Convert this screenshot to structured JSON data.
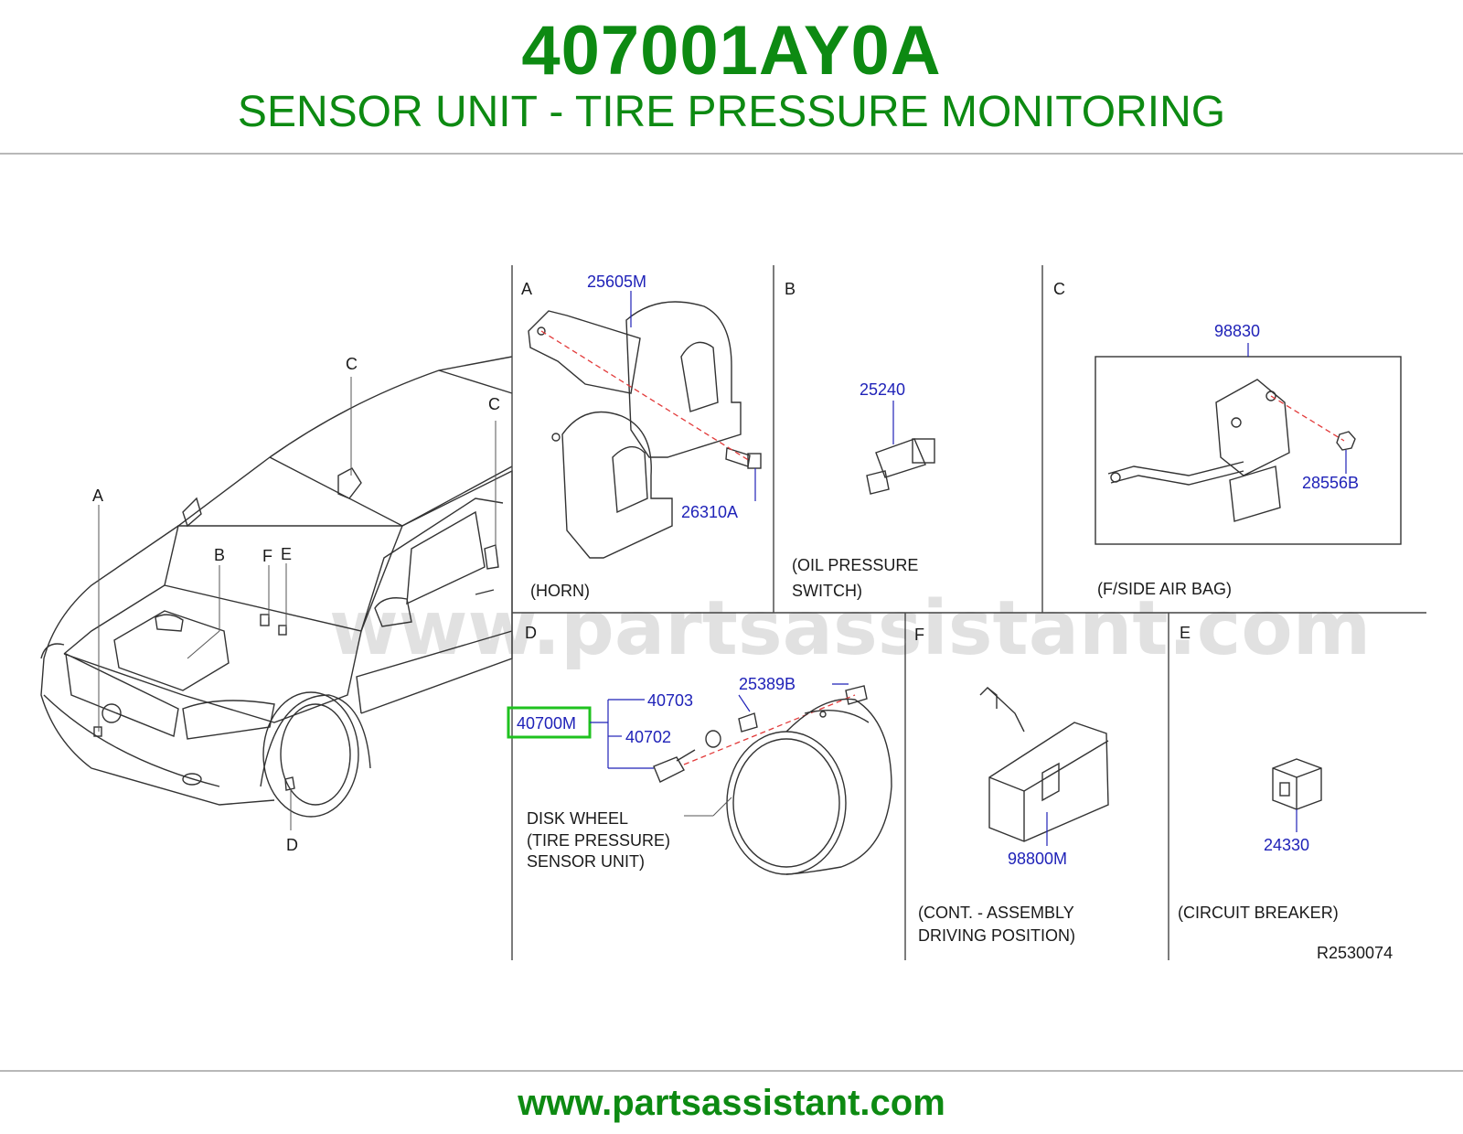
{
  "header": {
    "title": "407001AY0A",
    "subtitle": "SENSOR UNIT - TIRE PRESSURE MONITORING"
  },
  "footer": {
    "url": "www.partsassistant.com"
  },
  "watermark": "www.partsassistant.com",
  "colors": {
    "brand_green": "#0d8a12",
    "part_blue": "#1f22b8",
    "highlight": "#1fc21f"
  },
  "car_callouts": {
    "A": "A",
    "B": "B",
    "C1": "C",
    "C2": "C",
    "D": "D",
    "E": "E",
    "F": "F"
  },
  "panels": {
    "A": {
      "letter": "A",
      "caption": "(HORN)",
      "parts": [
        "25605M",
        "26310A"
      ]
    },
    "B": {
      "letter": "B",
      "caption_line1": "(OIL   PRESSURE",
      "caption_line2": "SWITCH)",
      "parts": [
        "25240"
      ]
    },
    "C": {
      "letter": "C",
      "caption": "(F/SIDE   AIR   BAG)",
      "parts": [
        "98830",
        "28556B"
      ]
    },
    "D": {
      "letter": "D",
      "caption_line1": "DISK   WHEEL",
      "caption_line2": "(TIRE   PRESSURE)",
      "caption_line3": "SENSOR   UNIT)",
      "highlighted_part": "40700M",
      "parts": [
        "40703",
        "40702",
        "25389B"
      ]
    },
    "F": {
      "letter": "F",
      "caption_line1": "(CONT.   -   ASSEMBLY",
      "caption_line2": "DRIVING   POSITION)",
      "parts": [
        "98800M"
      ]
    },
    "E": {
      "letter": "E",
      "caption": "(CIRCUIT   BREAKER)",
      "parts": [
        "24330"
      ]
    }
  },
  "diagram_code": "R2530074"
}
